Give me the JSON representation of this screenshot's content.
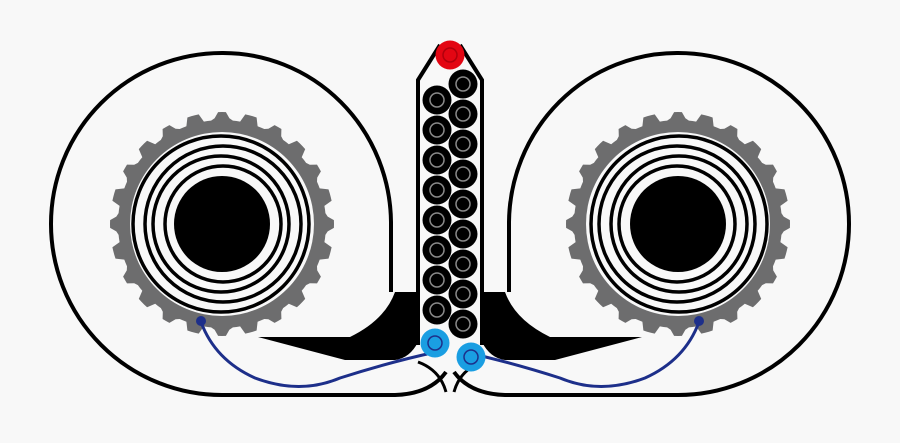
{
  "diagram": {
    "colors": {
      "background": "#f8f8f8",
      "outline": "#000000",
      "gear": "#6d6d6e",
      "cartridge": "#000000",
      "cartridge_ring": "#8a8a8a",
      "top_round": "#e30613",
      "follower": "#1a9ee2",
      "follower_ring": "#1d2f8a",
      "wire": "#1d2f8a"
    },
    "left_column_rounds": 8,
    "right_column_rounds": 9,
    "icons": [
      "drum-left",
      "drum-right",
      "feed-tube",
      "top-round",
      "follower-left",
      "follower-right",
      "spring-wire-left",
      "spring-wire-right"
    ]
  }
}
